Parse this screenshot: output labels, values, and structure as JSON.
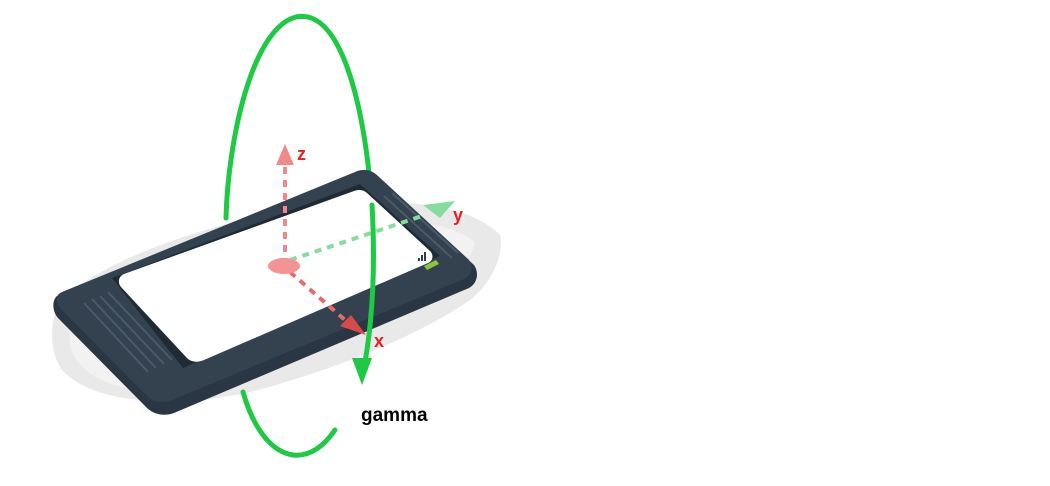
{
  "diagram": {
    "axes": {
      "x": {
        "label": "x"
      },
      "y": {
        "label": "y"
      },
      "z": {
        "label": "z"
      }
    },
    "rotation": {
      "label": "gamma"
    },
    "colors": {
      "axis_x": "#e86a6a",
      "axis_y": "#86dca0",
      "axis_z": "#f08a8a",
      "axis_text": "#e02424",
      "rotation": "#1ec943",
      "phone_body": "#2f3c4a",
      "phone_edge": "#3e4e5e",
      "screen": "#ffffff",
      "shadow": "#e6e6e6"
    },
    "icons": [
      "phone-icon",
      "signal-icon",
      "battery-icon"
    ]
  }
}
